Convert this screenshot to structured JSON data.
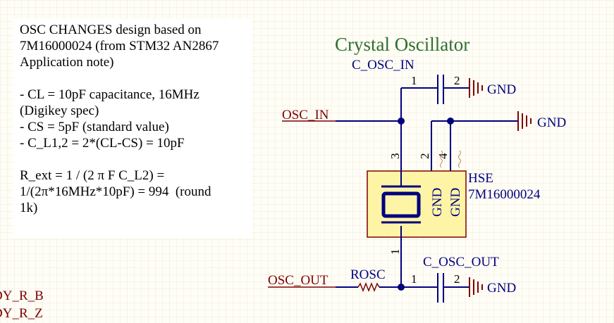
{
  "note": {
    "lines": [
      "OSC CHANGES design based on",
      "7M16000024 (from STM32 AN2867",
      "Application note)",
      "",
      "- CL = 10pF capacitance, 16MHz",
      "(Digikey spec)",
      "- CS = 5pF (standard value)",
      "- C_L1,2 = 2*(CL-CS) = 10pF",
      "",
      "R_ext = 1 / (2 π F C_L2) =",
      "1/(2π*16MHz*10pF) = 994  (round",
      "1k)"
    ]
  },
  "schematic": {
    "title": "Crystal Oscillator",
    "cap_in_name": "C_OSC_IN",
    "cap_out_name": "C_OSC_OUT",
    "cap_pin1": "1",
    "cap_pin2": "2",
    "gnd_label": "GND",
    "net_osc_in": "OSC_IN",
    "net_osc_out": "OSC_OUT",
    "resistor_name": "ROSC",
    "crystal_designator": "HSE",
    "crystal_part": "7M16000024",
    "crystal_pin1": "1",
    "crystal_pin2": "2",
    "crystal_pin3": "3",
    "crystal_pin4": "4",
    "crystal_pin_gnd_a": "GND",
    "crystal_pin_gnd_b": "GND",
    "edge_label_1": "DY_R_B",
    "edge_label_2": "DY_R_Z"
  },
  "colors": {
    "wire": "#00007f",
    "net_label": "#7f0000",
    "title": "#2f6f2f",
    "component_fill": "#fdf4a6",
    "component_stroke": "#7f0000",
    "grid": "#efe8de"
  }
}
